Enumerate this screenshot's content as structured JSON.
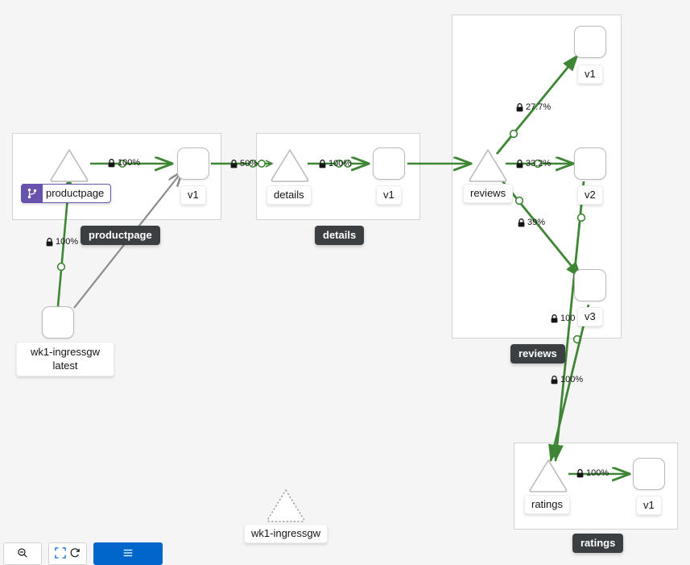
{
  "app": {
    "kind": "kiali-service-graph",
    "background": "#f5f5f5",
    "healthy_color": "#3e8635",
    "idle_color": "#6a6e73",
    "badge_color": "#6753ac",
    "group_label_bg": "#3c3f42"
  },
  "groups": [
    {
      "id": "productpage",
      "label": "productpage"
    },
    {
      "id": "details",
      "label": "details"
    },
    {
      "id": "reviews",
      "label": "reviews"
    },
    {
      "id": "ratings",
      "label": "ratings"
    }
  ],
  "nodes": [
    {
      "id": "ingress-wl",
      "type": "workload",
      "label": "wk1-ingressgw",
      "sublabel": "latest"
    },
    {
      "id": "pp-svc",
      "type": "service",
      "label": "productpage",
      "badge": "virtual-service"
    },
    {
      "id": "pp-v1",
      "type": "workload",
      "label": "v1"
    },
    {
      "id": "details-svc",
      "type": "service",
      "label": "details"
    },
    {
      "id": "details-v1",
      "type": "workload",
      "label": "v1"
    },
    {
      "id": "reviews-svc",
      "type": "service",
      "label": "reviews"
    },
    {
      "id": "reviews-v1",
      "type": "workload",
      "label": "v1"
    },
    {
      "id": "reviews-v2",
      "type": "workload",
      "label": "v2"
    },
    {
      "id": "reviews-v3",
      "type": "workload",
      "label": "v3"
    },
    {
      "id": "ratings-svc",
      "type": "service",
      "label": "ratings"
    },
    {
      "id": "ratings-v1",
      "type": "workload",
      "label": "v1"
    },
    {
      "id": "ingress-svc",
      "type": "service",
      "label": "wk1-ingressgw",
      "state": "idle"
    }
  ],
  "edges": [
    {
      "from": "ingress-wl",
      "to": "pp-svc",
      "label": "100%",
      "mtls": true,
      "health": "healthy"
    },
    {
      "from": "ingress-wl",
      "to": "pp-v1",
      "label": "",
      "mtls": false,
      "health": "idle"
    },
    {
      "from": "pp-svc",
      "to": "pp-v1",
      "label": "100%",
      "mtls": true,
      "health": "healthy"
    },
    {
      "from": "pp-v1",
      "to": "details-svc",
      "label": "50%",
      "mtls": true,
      "health": "healthy"
    },
    {
      "from": "details-svc",
      "to": "details-v1",
      "label": "100%",
      "mtls": true,
      "health": "healthy"
    },
    {
      "from": "details-v1",
      "to": "reviews-svc",
      "label": "",
      "mtls": false,
      "health": "healthy"
    },
    {
      "from": "reviews-svc",
      "to": "reviews-v1",
      "label": "27.7%",
      "mtls": true,
      "health": "healthy"
    },
    {
      "from": "reviews-svc",
      "to": "reviews-v2",
      "label": "33.2%",
      "mtls": true,
      "health": "healthy"
    },
    {
      "from": "reviews-svc",
      "to": "reviews-v3",
      "label": "39%",
      "mtls": true,
      "health": "healthy"
    },
    {
      "from": "reviews-v3",
      "to": "ratings-svc",
      "label": "100%",
      "mtls": true,
      "health": "healthy"
    },
    {
      "from": "reviews-v2",
      "to": "ratings-svc",
      "label": "100%",
      "mtls": true,
      "health": "healthy"
    },
    {
      "from": "ratings-svc",
      "to": "ratings-v1",
      "label": "100%",
      "mtls": true,
      "health": "healthy"
    }
  ],
  "labels": {
    "pp_edge_pct": "100%",
    "pp_in_pct": "100%",
    "pp_out_pct": "50%",
    "details_pct": "100%",
    "reviews_v1_pct": "27.7%",
    "reviews_v2_pct": "33.2%",
    "reviews_v3_pct": "39%",
    "v3_ratings_pct": "100",
    "v2_ratings_pct": "100%",
    "ratings_pct": "100%"
  },
  "toolbar": {
    "zoom_out": "",
    "fit": "",
    "legend": ""
  }
}
